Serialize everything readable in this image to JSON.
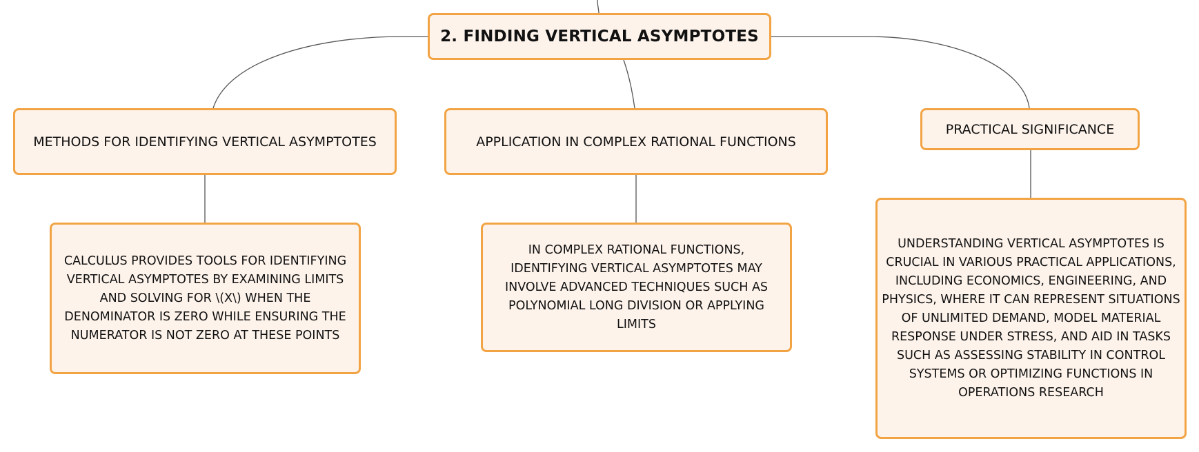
{
  "diagram": {
    "root": {
      "label": "2. FINDING VERTICAL ASYMPTOTES"
    },
    "branches": [
      {
        "label": "METHODS FOR IDENTIFYING VERTICAL ASYMPTOTES",
        "detail": "CALCULUS PROVIDES TOOLS FOR IDENTIFYING VERTICAL ASYMPTOTES BY EXAMINING LIMITS AND SOLVING FOR \\(X\\) WHEN THE DENOMINATOR IS ZERO WHILE ENSURING THE NUMERATOR IS NOT ZERO AT THESE POINTS"
      },
      {
        "label": "APPLICATION IN COMPLEX RATIONAL FUNCTIONS",
        "detail": "IN COMPLEX RATIONAL FUNCTIONS, IDENTIFYING VERTICAL ASYMPTOTES MAY INVOLVE ADVANCED TECHNIQUES SUCH AS POLYNOMIAL LONG DIVISION OR APPLYING LIMITS"
      },
      {
        "label": "PRACTICAL SIGNIFICANCE",
        "detail": "UNDERSTANDING VERTICAL ASYMPTOTES IS CRUCIAL IN VARIOUS PRACTICAL APPLICATIONS, INCLUDING ECONOMICS, ENGINEERING, AND PHYSICS, WHERE IT CAN REPRESENT SITUATIONS OF UNLIMITED DEMAND, MODEL MATERIAL RESPONSE UNDER STRESS, AND AID IN TASKS SUCH AS ASSESSING STABILITY IN CONTROL SYSTEMS OR OPTIMIZING FUNCTIONS IN OPERATIONS RESEARCH"
      }
    ]
  },
  "colors": {
    "node_fill": "#fdf3eb",
    "node_border": "#f2a444",
    "connector": "#555555",
    "text": "#111111"
  }
}
